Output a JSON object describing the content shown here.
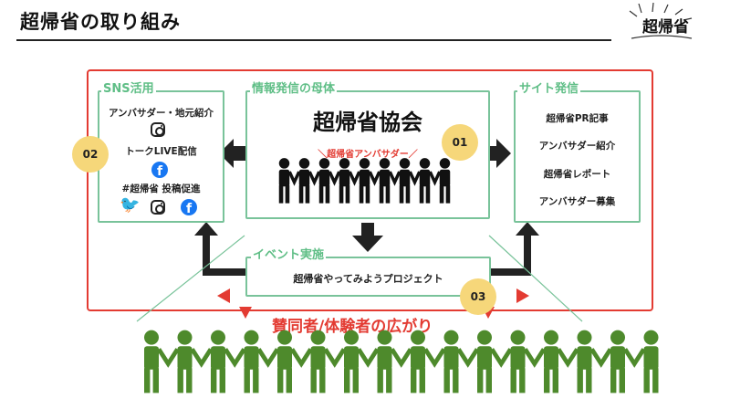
{
  "header": {
    "title": "超帰省の取り組み",
    "logo_text": "超帰省"
  },
  "sections": {
    "sns_label": "SNS活用",
    "info_label": "情報発信の母体",
    "site_label": "サイト発信",
    "event_label": "イベント実施"
  },
  "sns": {
    "line1": "アンバサダー・地元紹介",
    "line2": "トークLIVE配信",
    "line3": "#超帰省 投稿促進"
  },
  "center": {
    "title": "超帰省協会",
    "ambassador_label": "＼超帰省アンバサダー／"
  },
  "site": {
    "items": [
      "超帰省PR記事",
      "アンバサダー紹介",
      "超帰省レポート",
      "アンバサダー募集"
    ]
  },
  "event": {
    "project": "超帰省やってみようプロジェクト"
  },
  "badges": {
    "b01": "01",
    "b02": "02",
    "b03": "03"
  },
  "bottom": {
    "spread": "賛同者/体験者の広がり"
  },
  "icons": {
    "instagram": "instagram-icon",
    "facebook": "facebook-icon",
    "twitter": "twitter-icon"
  },
  "colors": {
    "frame_red": "#e33b32",
    "box_green": "#79c39a",
    "label_green": "#5fbe86",
    "badge_yellow": "#f6d77a",
    "people_black": "#111111",
    "people_green": "#4e8a2c"
  },
  "counts": {
    "ambassador_figures": 9,
    "supporter_figures": 16
  }
}
